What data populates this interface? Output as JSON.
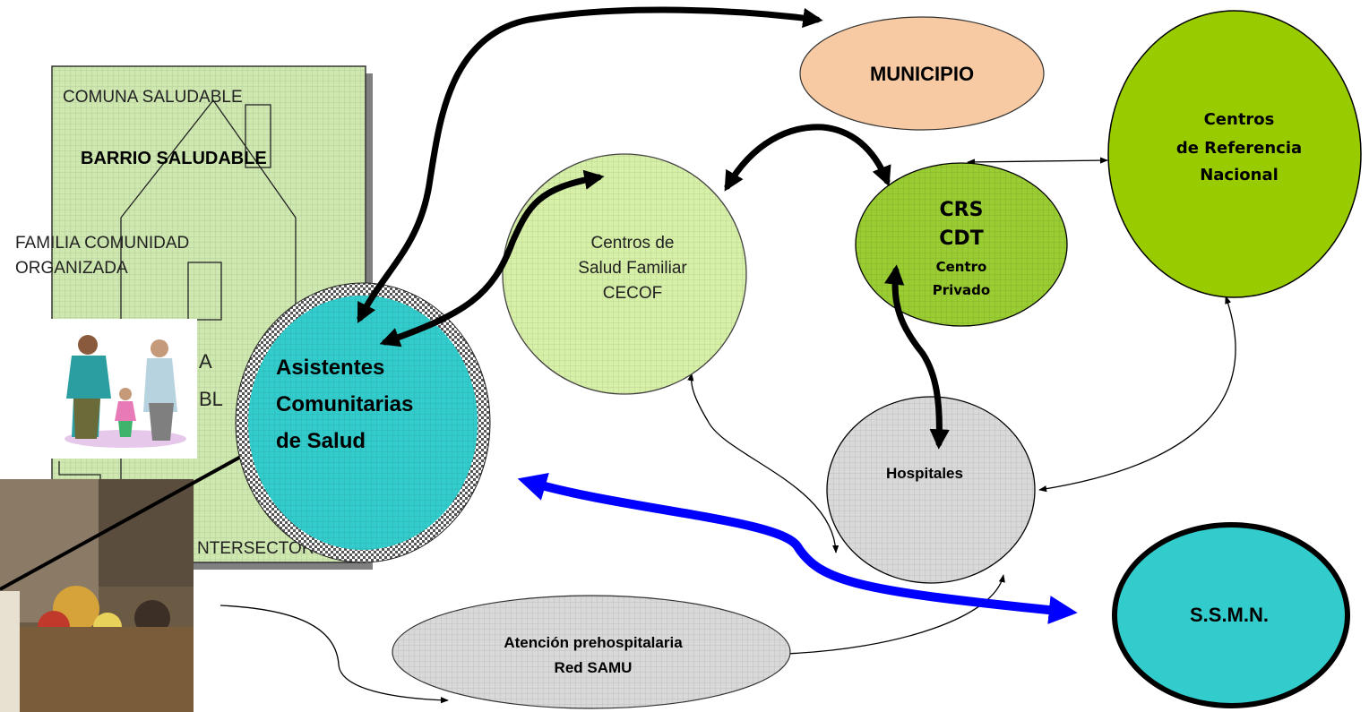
{
  "panel": {
    "line1": "COMUNA SALUDABLE",
    "line2": "BARRIO SALUDABLE",
    "line3a": "FAMILIA COMUNIDAD",
    "line3b": "ORGANIZADA",
    "partial_a": "A",
    "partial_bl": "BL",
    "line_bottom": "NTERSECTOR"
  },
  "nodes": {
    "municipio": "MUNICIPIO",
    "centros_ref": [
      "Centros",
      "de Referencia",
      "Nacional"
    ],
    "crs": [
      "CRS",
      "CDT",
      "Centro",
      "Privado"
    ],
    "cecof": [
      "Centros de",
      "Salud Familiar",
      "CECOF"
    ],
    "asistentes": [
      "Asistentes",
      "Comunitarias",
      "de Salud"
    ],
    "hospitales": "Hospitales",
    "samu": [
      "Atención prehospitalaria",
      "Red SAMU"
    ],
    "ssmn": "S.S.M.N."
  },
  "images": {
    "family": "family-clipart",
    "photo": "community-photo"
  },
  "colors": {
    "panel_fill": "#cfe8b0",
    "municipio_fill": "#f7caa3",
    "centros_ref_fill": "#99cc00",
    "crs_fill": "#9acd32",
    "cecof_fill": "#d7f0a8",
    "asistentes_fill": "#33cccc",
    "hospitales_fill": "#d9d9d9",
    "samu_fill": "#d9d9d9",
    "ssmn_fill": "#33cccc",
    "blue_arrow": "#0000ff"
  }
}
